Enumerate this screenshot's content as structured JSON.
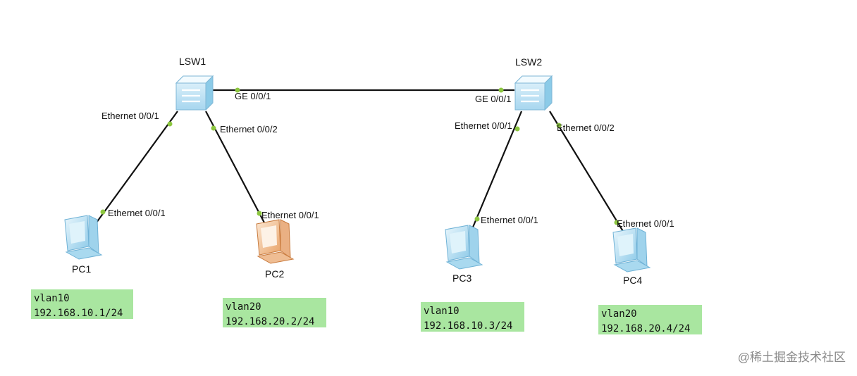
{
  "devices": {
    "lsw1": "LSW1",
    "lsw2": "LSW2",
    "pc1": "PC1",
    "pc2": "PC2",
    "pc3": "PC3",
    "pc4": "PC4"
  },
  "ports": {
    "lsw1_ge": "GE 0/0/1",
    "lsw2_ge": "GE 0/0/1",
    "lsw1_e1": "Ethernet 0/0/1",
    "lsw1_e2": "Ethernet 0/0/2",
    "lsw2_e1": "Ethernet 0/0/1",
    "lsw2_e2": "Ethernet 0/0/2",
    "pc1_e": "Ethernet 0/0/1",
    "pc2_e": "Ethernet 0/0/1",
    "pc3_e": "Ethernet 0/0/1",
    "pc4_e": "Ethernet 0/0/1"
  },
  "vlans": {
    "pc1": {
      "vlan": "vlan10",
      "ip": "192.168.10.1/24"
    },
    "pc2": {
      "vlan": "vlan20",
      "ip": "192.168.20.2/24"
    },
    "pc3": {
      "vlan": "vlan10",
      "ip": "192.168.10.3/24"
    },
    "pc4": {
      "vlan": "vlan20",
      "ip": "192.168.20.4/24"
    }
  },
  "watermark": "@稀土掘金技术社区",
  "colors": {
    "link": "#111111",
    "port_dot": "#8cc63f",
    "switch": "#bfe3f5",
    "pc_normal": "#b7def2",
    "pc_highlight": "#f2c9a0",
    "vlan_box": "#a9e6a0"
  }
}
